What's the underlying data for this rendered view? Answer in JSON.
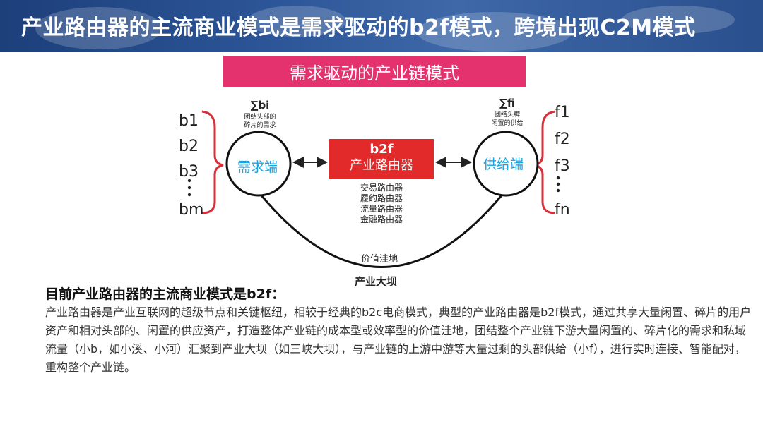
{
  "banner": {
    "title": "产业路由器的主流商业模式是需求驱动的b2f模式，跨境出现C2M模式"
  },
  "diagram": {
    "title": "需求驱动的产业链模式",
    "left_items": [
      "b1",
      "b2",
      "b3",
      "bm"
    ],
    "right_items": [
      "f1",
      "f2",
      "f3",
      "fn"
    ],
    "left_sum": "∑bi",
    "left_sum_note": [
      "团结头部的",
      "碎片的需求"
    ],
    "right_sum": "∑fi",
    "right_sum_note": [
      "团结头牌",
      "闲置的供给"
    ],
    "demand_label": "需求端",
    "supply_label": "供给端",
    "router_line1": "b2f",
    "router_line2": "产业路由器",
    "router_types": [
      "交易路由器",
      "履约路由器",
      "流量路由器",
      "金融路由器"
    ],
    "valley_label": "价值洼地",
    "dam_label": "产业大坝"
  },
  "text": {
    "heading": "目前产业路由器的主流商业模式是b2f：",
    "body": "产业路由器是产业互联网的超级节点和关键枢纽，相较于经典的b2c电商模式，典型的产业路由器是b2f模式，通过共享大量闲置、碎片的用户资产和相对头部的、闲置的供应资产，打造整体产业链的成本型或效率型的价值洼地，团结整个产业链下游大量闲置的、碎片化的需求和私域流量（小b，如小溪、小河）汇聚到产业大坝（如三峡大坝），与产业链的上游中游等大量过剩的头部供给（小f），进行实时连接、智能配对，重构整个产业链。"
  },
  "colors": {
    "banner": "#2c5597",
    "title_box": "#e3326e",
    "router_box": "#e32a2a",
    "bracket": "#d8303a",
    "circle_text": "#1aa3df"
  }
}
